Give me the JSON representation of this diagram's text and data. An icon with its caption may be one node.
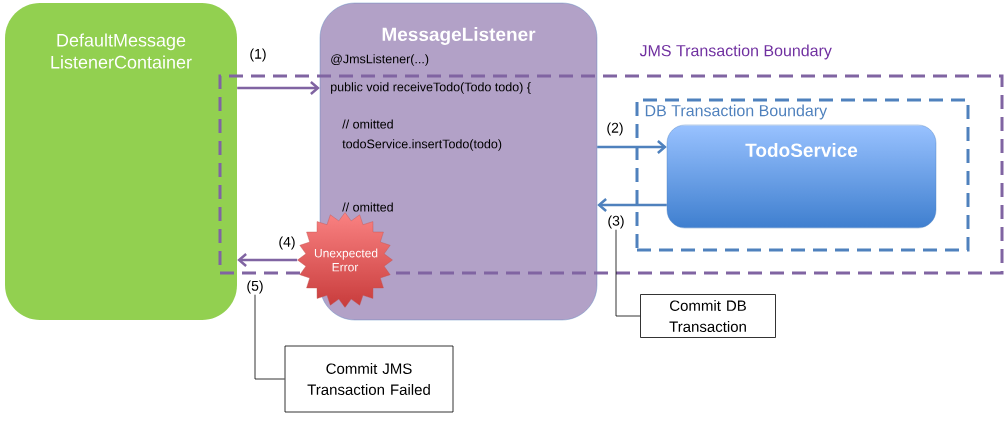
{
  "diagram": {
    "nodes": [
      {
        "text": [
          "DefaultMessage ListenerContainer"
        ]
      },
      {
        "text": [
          "MessageListener",
          "@JmsListener(...)",
          "public void receiveTodo(Todo  todo) {",
          "// omitted",
          "todoService.insertTodo(todo)",
          "// omitted"
        ]
      },
      {
        "text": [
          "JMS Transaction Boundary"
        ]
      },
      {
        "text": [
          "DB Transaction Boundary"
        ],
        "in": 2
      },
      {
        "text": [
          "TodoService"
        ],
        "in": 3
      },
      {
        "text": [
          "Unexpected Error"
        ]
      },
      {
        "text": [
          "Commit DB Transaction"
        ]
      },
      {
        "text": [
          "Commit JMS Transaction Failed"
        ]
      },
      {
        "text": [
          "(3)"
        ],
        "in": 2
      },
      {
        "text": [
          "(5)"
        ]
      }
    ],
    "edges": [
      {
        "from": 0,
        "to": 1,
        "arrow": "to",
        "label": "(1)",
        "color": "#8064a2"
      },
      {
        "from": 1,
        "to": 4,
        "arrow": "to",
        "label": "(2)",
        "color": "#4f81bd"
      },
      {
        "from": 4,
        "to": 1,
        "arrow": "to",
        "color": "#4f81bd"
      },
      {
        "from": 5,
        "to": 0,
        "arrow": "to",
        "label": "(4)",
        "color": "#8064a2"
      },
      {
        "from": 6,
        "to": 8,
        "arrow": "none",
        "color": "#000000"
      },
      {
        "from": 7,
        "to": 9,
        "arrow": "none",
        "color": "#000000"
      }
    ]
  }
}
